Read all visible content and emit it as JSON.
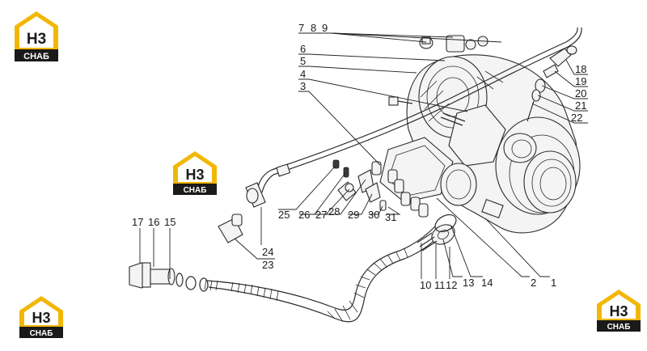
{
  "logo": {
    "mark": "H3",
    "caption": "СНАБ",
    "colors": {
      "roof": "#f2b705",
      "house": "#ffffff",
      "text": "#1a1a1a"
    }
  },
  "labels": {
    "p1": "1",
    "p2": "2",
    "p3": "3",
    "p4": "4",
    "p5": "5",
    "p6": "6",
    "p7": "7",
    "p8": "8",
    "p9": "9",
    "p10": "10",
    "p11": "11",
    "p12": "12",
    "p13": "13",
    "p14": "14",
    "p15": "15",
    "p16": "16",
    "p17": "17",
    "p18": "18",
    "p19": "19",
    "p20": "20",
    "p21": "21",
    "p22": "22",
    "p23": "23",
    "p24": "24",
    "p25": "25",
    "p26": "26",
    "p27": "27",
    "p28": "28",
    "p29": "29",
    "p30": "30",
    "p31": "31"
  }
}
